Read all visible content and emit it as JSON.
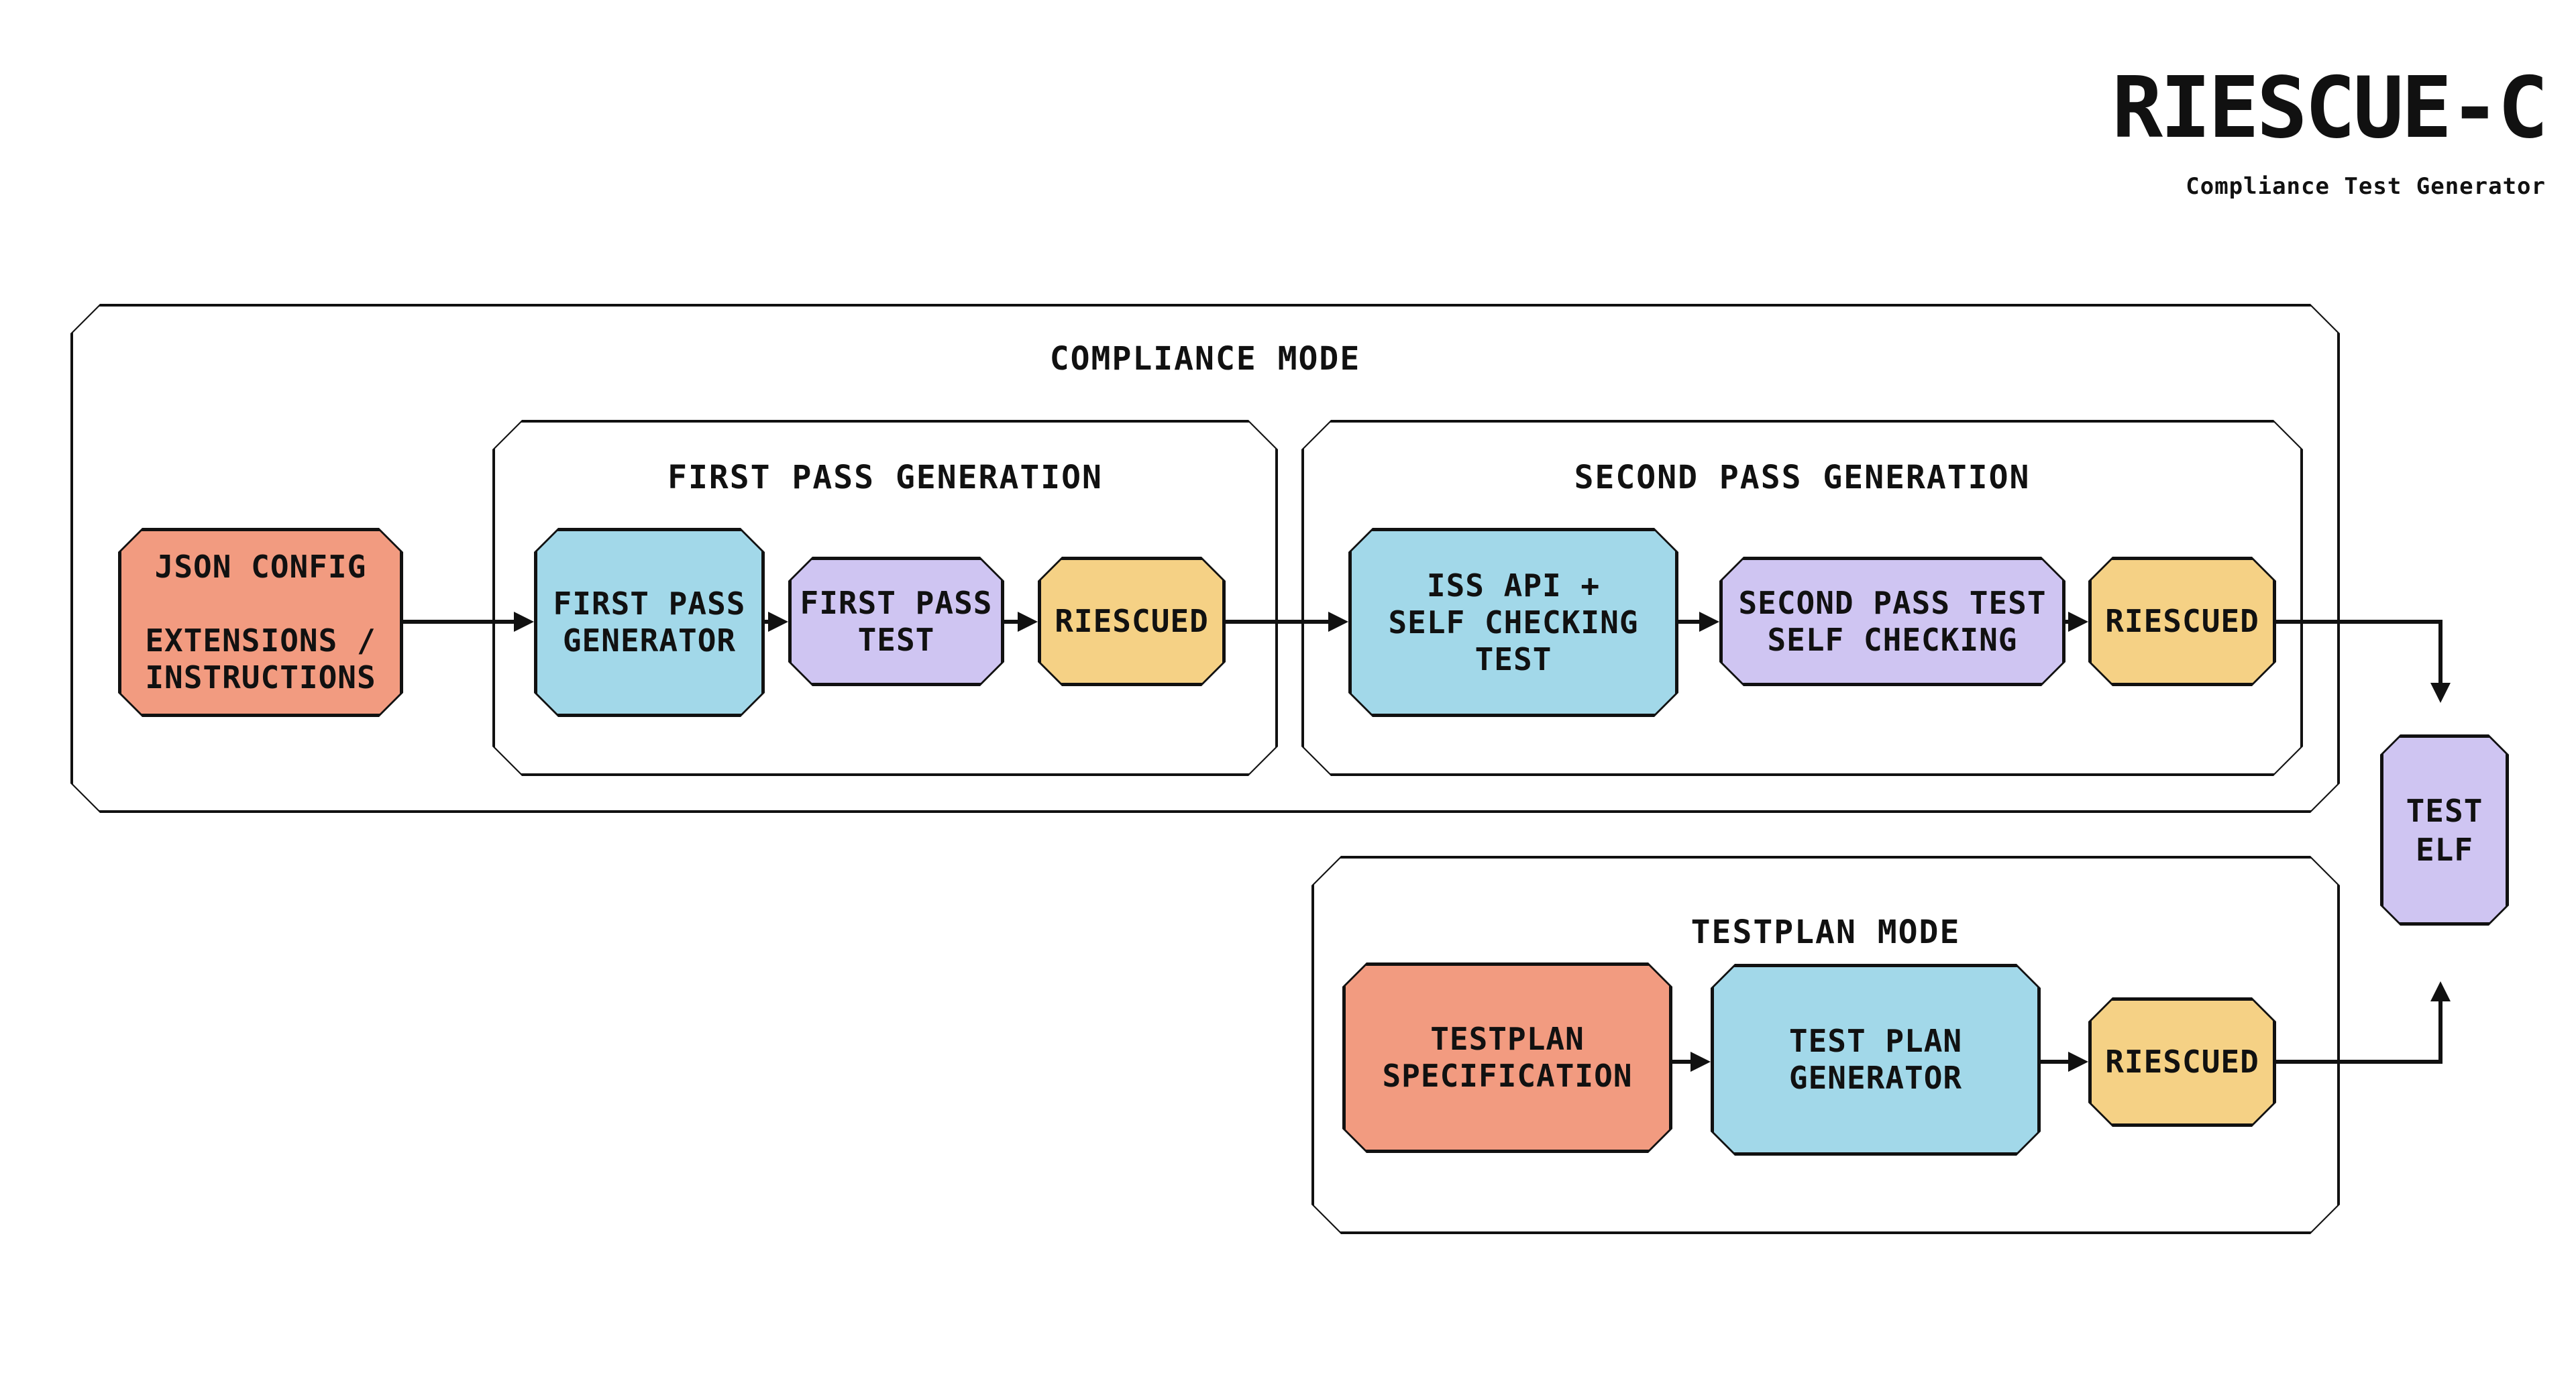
{
  "header": {
    "brand": "RIESCUE-C",
    "tagline": "Compliance Test Generator"
  },
  "containers": {
    "compliance": {
      "title": "COMPLIANCE MODE"
    },
    "first_pass": {
      "title": "FIRST PASS GENERATION"
    },
    "second_pass": {
      "title": "SECOND PASS GENERATION"
    },
    "testplan": {
      "title": "TESTPLAN MODE"
    }
  },
  "nodes": {
    "json_config": {
      "label": "JSON CONFIG\n\nEXTENSIONS /\nINSTRUCTIONS"
    },
    "first_pass_generator": {
      "label": "FIRST PASS\nGENERATOR"
    },
    "first_pass_test": {
      "label": "FIRST PASS\nTEST"
    },
    "riescued_first_pass": {
      "label": "RIESCUED"
    },
    "iss_api": {
      "label": "ISS API +\nSELF CHECKING\nTEST"
    },
    "second_pass_test": {
      "label": "SECOND PASS TEST\nSELF CHECKING"
    },
    "riescued_second_pass": {
      "label": "RIESCUED"
    },
    "testplan_specification": {
      "label": "TESTPLAN\nSPECIFICATION"
    },
    "test_plan_generator": {
      "label": "TEST PLAN\nGENERATOR"
    },
    "riescued_testplan": {
      "label": "RIESCUED"
    },
    "test_elf": {
      "label": "TEST\nELF"
    }
  },
  "colors": {
    "salmon": "#F29B80",
    "blue": "#A2D8E9",
    "purple": "#CFC5F2",
    "yellow": "#F5D185",
    "ink": "#111111",
    "background": "#FFFFFF"
  }
}
